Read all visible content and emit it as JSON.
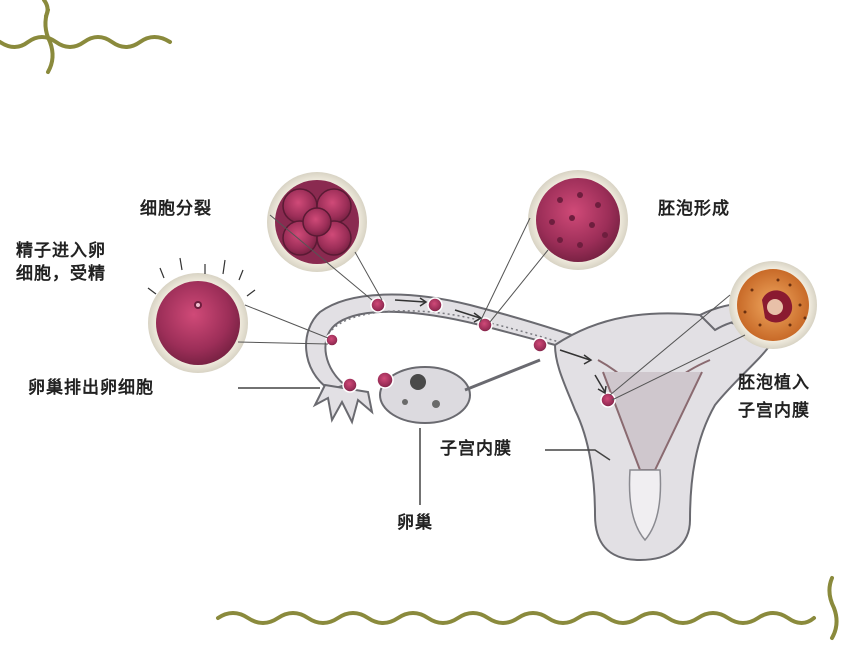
{
  "labels": {
    "cell_division": "细胞分裂",
    "blastocyst_formation": "胚泡形成",
    "fertilization_line1": "精子进入卵",
    "fertilization_line2": "细胞，受精",
    "ovulation": "卵巢排出卵细胞",
    "implantation_line1": "胚泡植入",
    "implantation_line2": "子宫内膜",
    "endometrium": "子宫内膜",
    "ovary": "卵巢"
  },
  "colors": {
    "vine": "#8a8a3c",
    "tissue": "#e2e0e4",
    "tissue_edge": "#6a6a70",
    "cell_purple": "#a0325a",
    "cell_dark": "#6e1e3e",
    "blastocyst_orange": "#d8823a",
    "pointer_line": "#555555"
  }
}
